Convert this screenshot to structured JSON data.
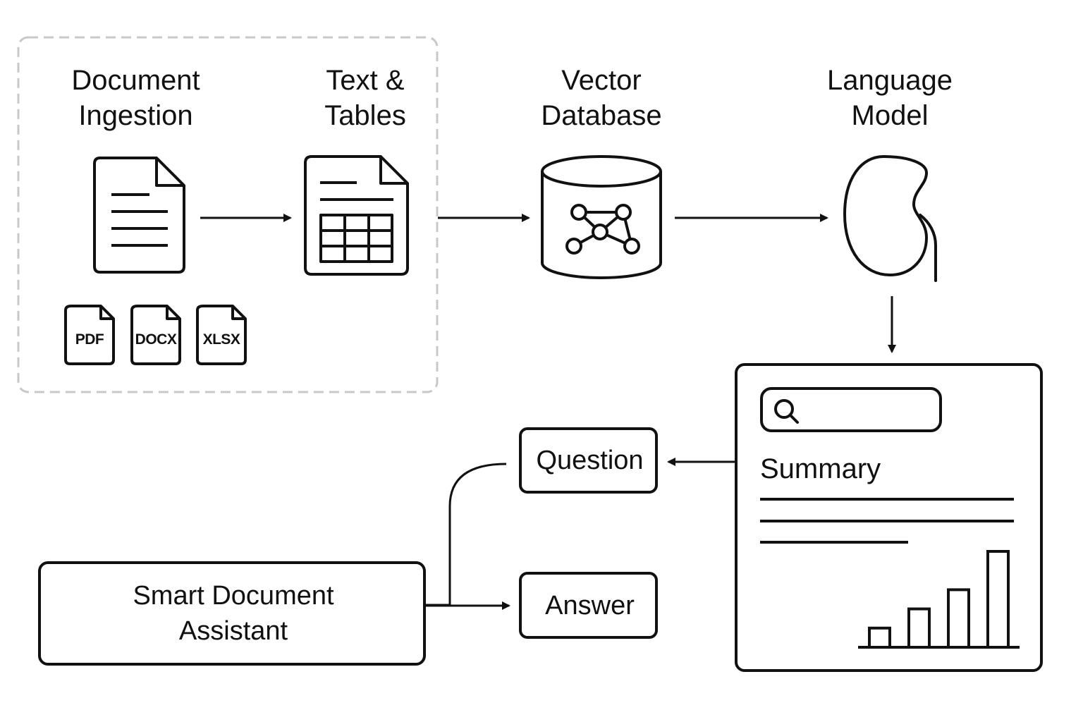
{
  "nodes": {
    "document_ingestion": {
      "line1": "Document",
      "line2": "Ingestion"
    },
    "text_tables": {
      "line1": "Text &",
      "line2": "Tables"
    },
    "vector_database": {
      "line1": "Vector",
      "line2": "Database"
    },
    "language_model": {
      "line1": "Language",
      "line2": "Model"
    },
    "summary": {
      "title": "Summary"
    },
    "question": {
      "label": "Question"
    },
    "answer": {
      "label": "Answer"
    },
    "assistant": {
      "line1": "Smart Document",
      "line2": "Assistant"
    }
  },
  "file_types": [
    "PDF",
    "DOCX",
    "XLSX"
  ],
  "summary_chart": {
    "type": "bar",
    "values": [
      1,
      2,
      3,
      5
    ]
  },
  "icons": {
    "document": "document-icon",
    "table_document": "table-document-icon",
    "database": "database-icon",
    "model": "brain-model-icon",
    "search": "search-icon"
  },
  "colors": {
    "stroke": "#111111",
    "dashed_border": "#c8c8c8",
    "background": "#ffffff"
  }
}
